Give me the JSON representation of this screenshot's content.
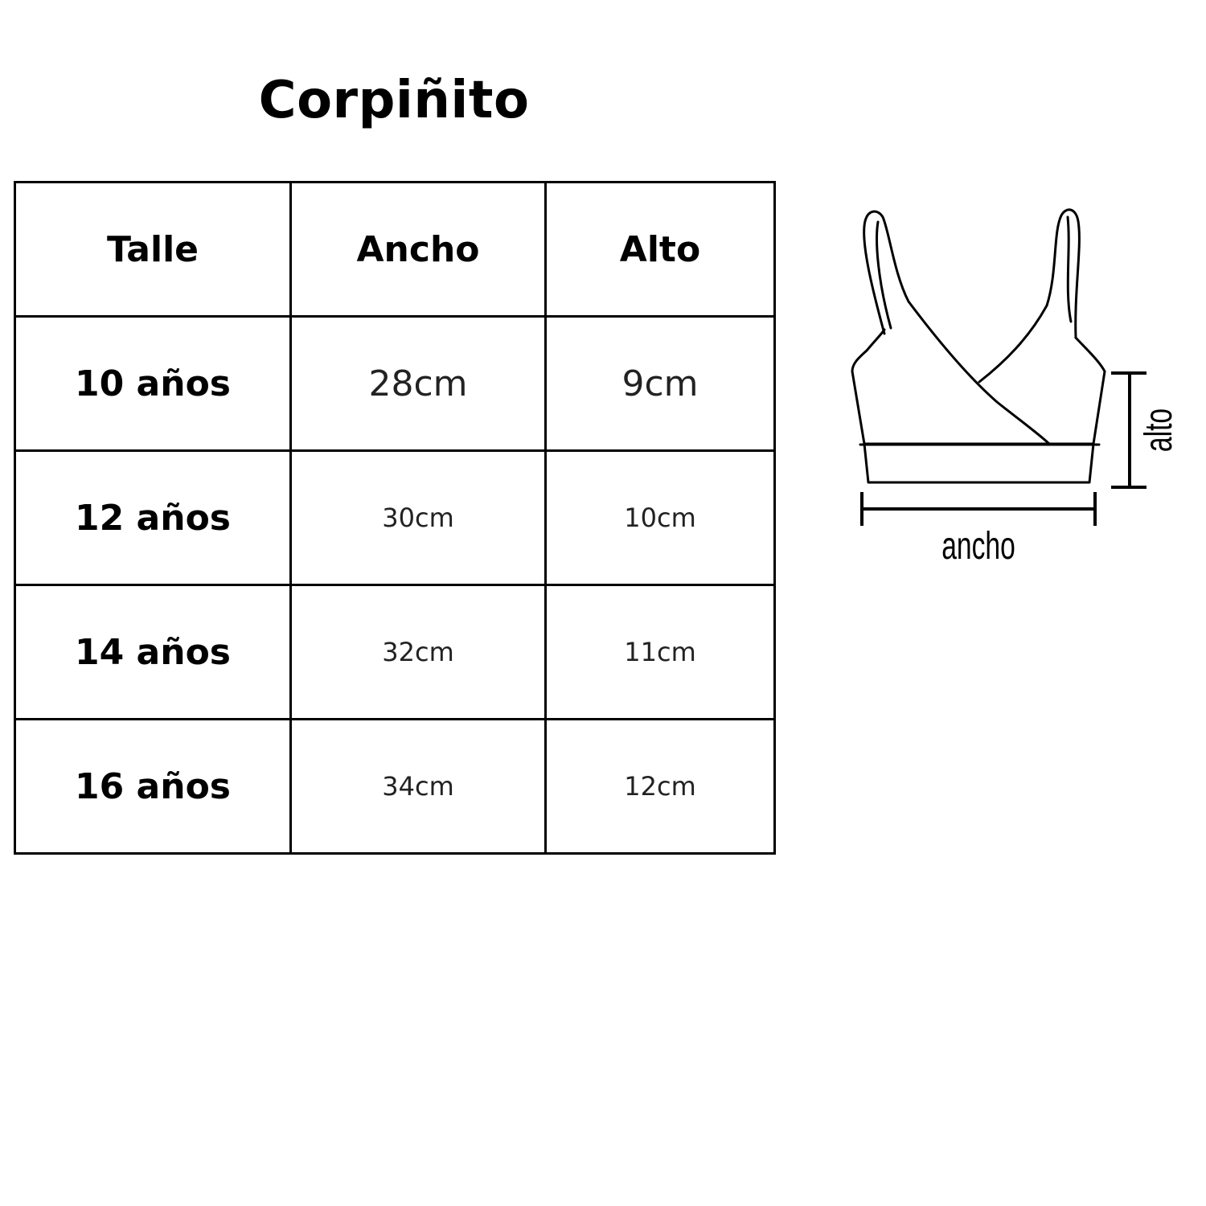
{
  "title": "Corpiñito",
  "table": {
    "headers": [
      "Talle",
      "Ancho",
      "Alto"
    ],
    "rows": [
      {
        "talle": "10 años",
        "ancho": "28cm",
        "alto": "9cm"
      },
      {
        "talle": "12 años",
        "ancho": "30cm",
        "alto": "10cm"
      },
      {
        "talle": "14 años",
        "ancho": "32cm",
        "alto": "11cm"
      },
      {
        "talle": "16 años",
        "ancho": "34cm",
        "alto": "12cm"
      }
    ]
  },
  "diagram": {
    "width_label": "ancho",
    "height_label": "alto",
    "icon": "bra-outline-icon"
  }
}
